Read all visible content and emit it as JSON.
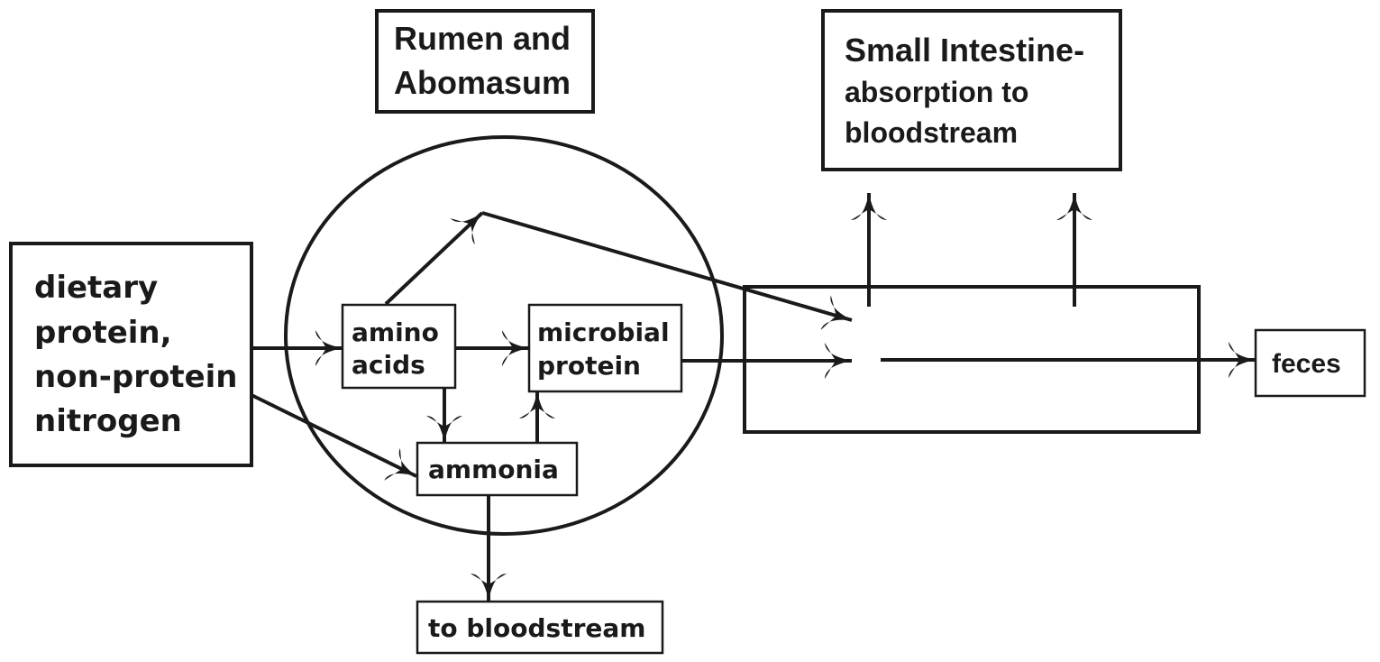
{
  "diagram": {
    "type": "flow",
    "stroke_color": "#1a1a1a",
    "background": "#ffffff",
    "labels": {
      "rumen": [
        "Rumen and",
        "Abomasum"
      ],
      "small_intestine": [
        "Small Intestine-",
        "absorption to",
        "bloodstream"
      ],
      "dietary": [
        "dietary",
        "protein,",
        "non-protein",
        "nitrogen"
      ],
      "amino_acids": [
        "amino",
        "acids"
      ],
      "microbial_protein": [
        "microbial",
        "protein"
      ],
      "ammonia": [
        "ammonia"
      ],
      "to_bloodstream": [
        "to bloodstream"
      ],
      "feces": [
        "feces"
      ]
    },
    "edges": [
      {
        "from": "dietary",
        "to": "amino_acids"
      },
      {
        "from": "dietary",
        "to": "ammonia"
      },
      {
        "from": "amino_acids",
        "to": "microbial_protein"
      },
      {
        "from": "amino_acids",
        "to": "ammonia"
      },
      {
        "from": "ammonia",
        "to": "microbial_protein"
      },
      {
        "from": "amino_acids",
        "to": "small_intestine"
      },
      {
        "from": "microbial_protein",
        "to": "small_intestine"
      },
      {
        "from": "ammonia",
        "to": "to_bloodstream"
      },
      {
        "from": "small_intestine",
        "to": "feces"
      },
      {
        "from": "small_intestine",
        "to": "absorption_to_bloodstream"
      }
    ]
  }
}
